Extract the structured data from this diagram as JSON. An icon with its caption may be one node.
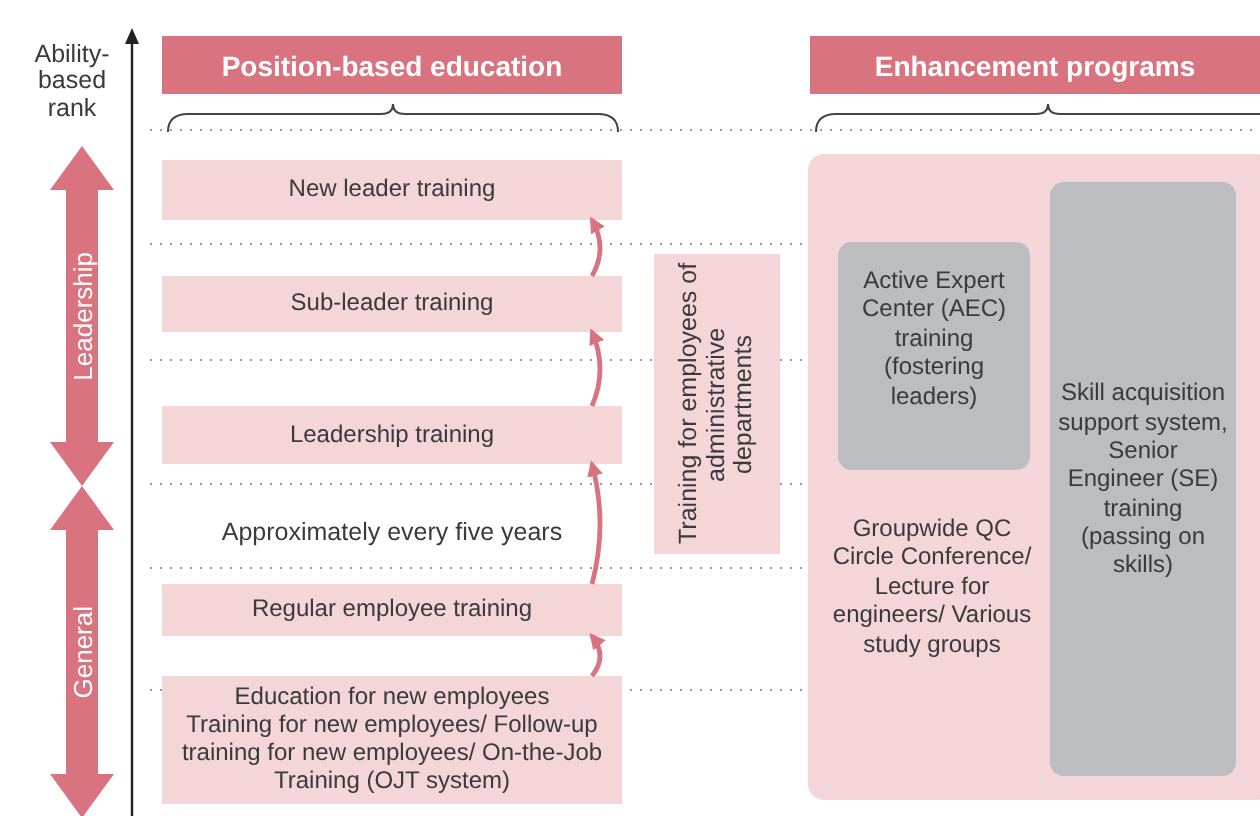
{
  "diagram": {
    "nodes": [
      {
        "text": [
          "Leadership"
        ]
      },
      {
        "text": [
          "General"
        ]
      },
      {
        "text": [
          "Position-based education"
        ]
      },
      {
        "text": [
          "New leader training"
        ]
      },
      {
        "text": [
          "Sub-leader training"
        ]
      },
      {
        "text": [
          "Leadership training"
        ]
      },
      {
        "text": [
          "Regular employee training"
        ]
      },
      {
        "text": [
          "Education for new employees",
          "Training for new employees/ Follow-up training for new employees/ On-the-Job Training (OJT system)"
        ]
      },
      {
        "text": [
          "Training for employees of administrative departments"
        ]
      },
      {
        "text": [
          "Enhancement programs"
        ]
      },
      {
        "text": [
          "Groupwide QC Circle Conference/ Lecture for engineers/ Various study groups"
        ]
      },
      {
        "text": [
          "Active Expert Center (AEC) training (fostering leaders)"
        ],
        "in": 10
      },
      {
        "text": [
          "Skill acquisition support system, Senior Engineer (SE) training (passing on skills)"
        ],
        "in": 10
      }
    ],
    "edges": [
      {
        "from": 7,
        "to": 6,
        "arrow": "to"
      },
      {
        "from": 6,
        "to": 5,
        "arrow": "to"
      },
      {
        "from": 5,
        "to": 4,
        "arrow": "to"
      },
      {
        "from": 4,
        "to": 3,
        "arrow": "to"
      }
    ],
    "labels": [
      "Ability-based rank",
      "Approximately every five years"
    ]
  }
}
